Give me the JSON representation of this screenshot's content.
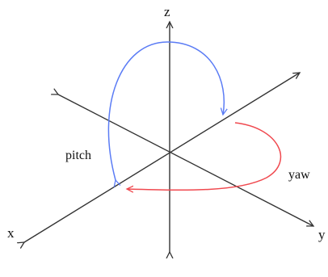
{
  "diagram": {
    "axes": {
      "z_label": "z",
      "x_label": "x",
      "y_label": "y",
      "axis_color": "#333333"
    },
    "rotations": {
      "pitch_label": "pitch",
      "pitch_color": "#5b7cf5",
      "yaw_label": "yaw",
      "yaw_color": "#f0494f"
    }
  }
}
